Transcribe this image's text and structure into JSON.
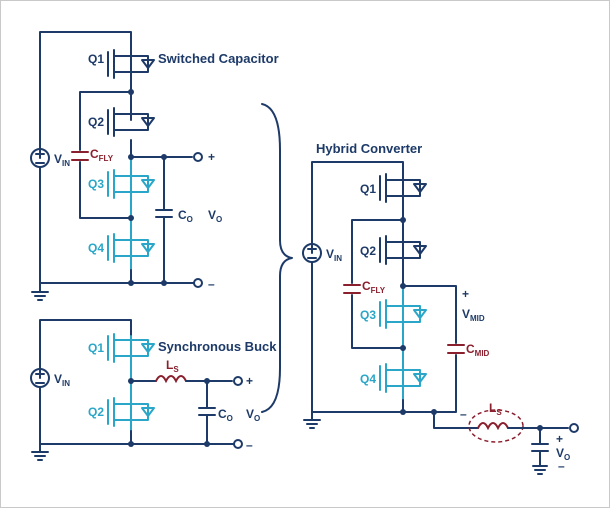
{
  "colors": {
    "wire": "#1d3a68",
    "highlight_switch": "#2aa7c8",
    "passive": "#8a1f2d",
    "frame": "#c9c9c9"
  },
  "switched_capacitor": {
    "title": "Switched Capacitor",
    "source": "V",
    "source_sub": "IN",
    "q1": "Q1",
    "q2": "Q2",
    "q3": "Q3",
    "q4": "Q4",
    "cfly": "C",
    "cfly_sub": "FLY",
    "co": "C",
    "co_sub": "O",
    "vo": "V",
    "vo_sub": "O",
    "plus": "+",
    "minus": "–"
  },
  "synchronous_buck": {
    "title": "Synchronous Buck",
    "source": "V",
    "source_sub": "IN",
    "q1": "Q1",
    "q2": "Q2",
    "ls": "L",
    "ls_sub": "S",
    "co": "C",
    "co_sub": "O",
    "vo": "V",
    "vo_sub": "O",
    "plus": "+",
    "minus": "–"
  },
  "hybrid_converter": {
    "title": "Hybrid Converter",
    "source": "V",
    "source_sub": "IN",
    "q1": "Q1",
    "q2": "Q2",
    "q3": "Q3",
    "q4": "Q4",
    "cfly": "C",
    "cfly_sub": "FLY",
    "vmid": "V",
    "vmid_sub": "MID",
    "cmid": "C",
    "cmid_sub": "MID",
    "ls": "L",
    "ls_sub": "S",
    "vo": "V",
    "vo_sub": "O",
    "plus": "+",
    "minus": "–"
  }
}
